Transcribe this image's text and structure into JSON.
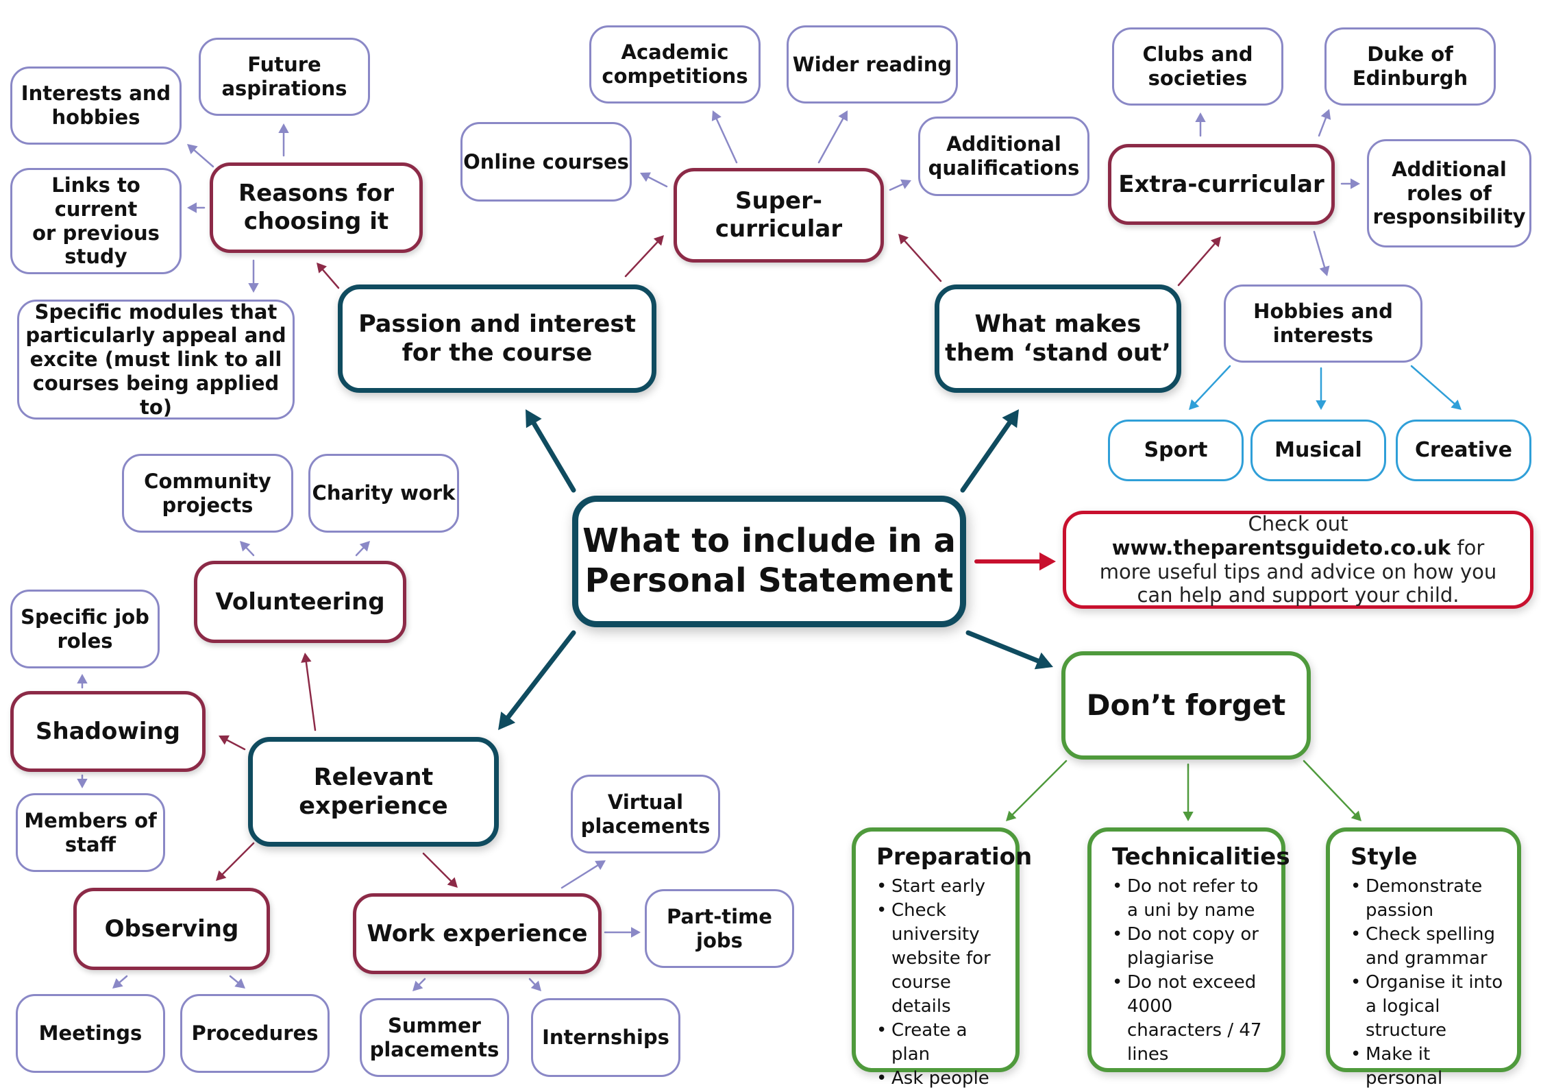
{
  "central": "What to include in a\nPersonal Statement",
  "branches": {
    "passion": {
      "label": "Passion and interest\nfor the course",
      "reasons": {
        "label": "Reasons for\nchoosing it",
        "interests": "Interests and\nhobbies",
        "future": "Future\naspirations",
        "links": "Links to current\nor previous\nstudy",
        "modules": "Specific modules that\nparticularly appeal and\nexcite (must link to all\ncourses being applied to)"
      },
      "super": {
        "label": "Super-\ncurricular",
        "online": "Online courses",
        "academic": "Academic\ncompetitions",
        "wider": "Wider reading",
        "additional": "Additional\nqualifications"
      }
    },
    "standout": {
      "label": "What makes\nthem ‘stand out’",
      "extra": {
        "label": "Extra-curricular",
        "clubs": "Clubs and\nsocieties",
        "duke": "Duke of\nEdinburgh",
        "roles": "Additional\nroles of\nresponsibility",
        "hobbies": {
          "label": "Hobbies and\ninterests",
          "sport": "Sport",
          "musical": "Musical",
          "creative": "Creative"
        }
      }
    },
    "experience": {
      "label": "Relevant\nexperience",
      "volunteering": {
        "label": "Volunteering",
        "community": "Community\nprojects",
        "charity": "Charity work"
      },
      "shadowing": {
        "label": "Shadowing",
        "specific": "Specific job\nroles",
        "members": "Members of\nstaff"
      },
      "observing": {
        "label": "Observing",
        "meetings": "Meetings",
        "procedures": "Procedures"
      },
      "work": {
        "label": "Work experience",
        "virtual": "Virtual\nplacements",
        "parttime": "Part-time\njobs",
        "summer": "Summer\nplacements",
        "internships": "Internships"
      }
    },
    "dontforget": {
      "label": "Don’t forget",
      "preparation": {
        "title": "Preparation",
        "items": [
          "Start early",
          "Check university website for course details",
          "Create a plan",
          "Ask people for feedback"
        ]
      },
      "technicalities": {
        "title": "Technicalities",
        "items": [
          "Do not refer to a uni by name",
          "Do not copy or plagiarise",
          "Do not exceed 4000 characters / 47 lines"
        ]
      },
      "style": {
        "title": "Style",
        "items": [
          "Demonstrate passion",
          "Check spelling and grammar",
          "Organise it into a logical structure",
          "Make it personal"
        ]
      }
    }
  },
  "callout": {
    "before": "Check out ",
    "url": "www.theparentsguideto.co.uk",
    "after": " for more useful tips and advice on how you can help and support your child."
  },
  "colors": {
    "teal": "#0f4b5f",
    "maroon": "#8c2a47",
    "lavender": "#8a88c6",
    "blue": "#2f9fd8",
    "green": "#4f9a3c",
    "red": "#c8102e"
  }
}
